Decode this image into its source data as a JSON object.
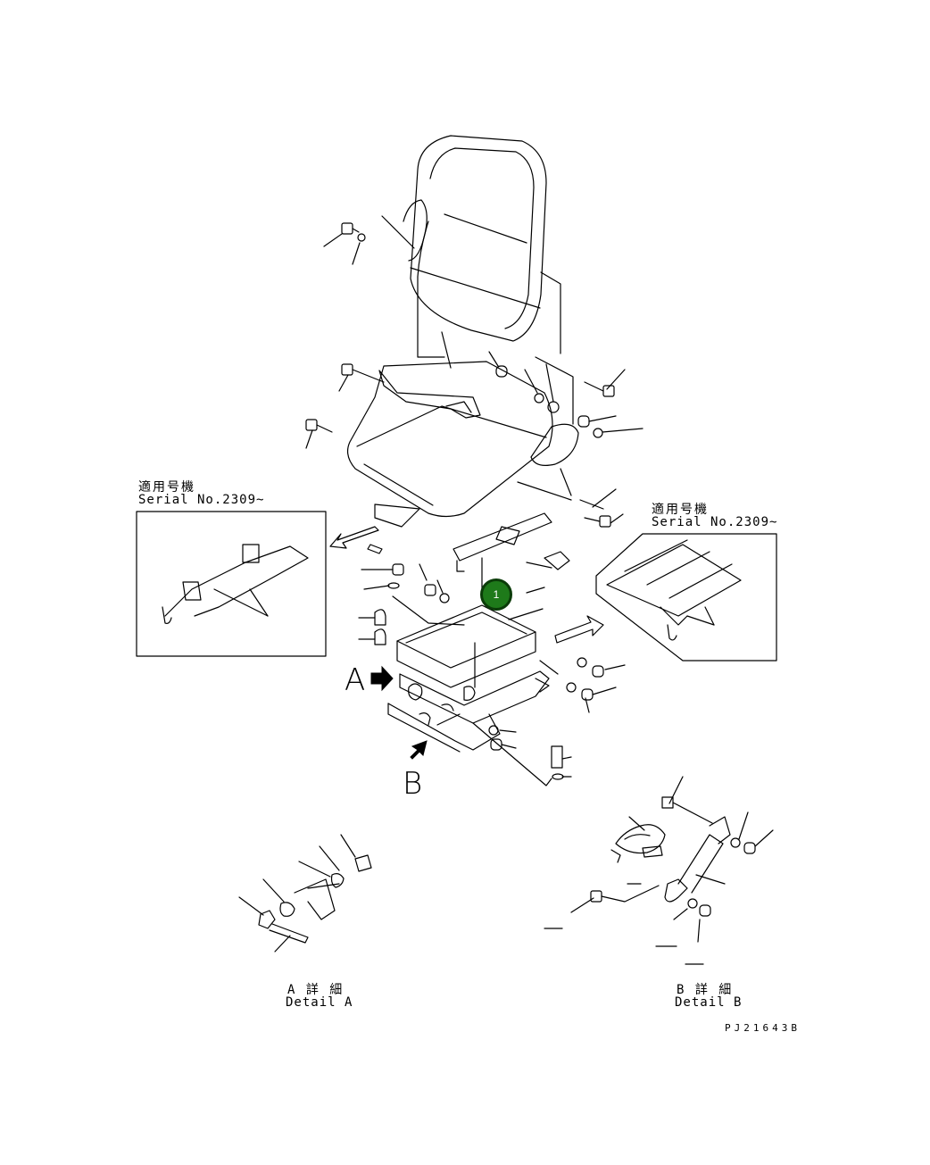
{
  "labels": {
    "serial_left_jp": "適用号機",
    "serial_left_en": "Serial No.2309~",
    "serial_right_jp": "適用号機",
    "serial_right_en": "Serial No.2309~",
    "view_a": "A",
    "view_b": "B",
    "detail_a_jp": "A 詳 細",
    "detail_a_en": "Detail A",
    "detail_b_jp": "B 詳 細",
    "detail_b_en": "Detail B",
    "drawing_code": "PJ21643B"
  },
  "callouts": [
    {
      "label": "1"
    }
  ],
  "colors": {
    "line": "#000000",
    "callout_fill": "#1e7a1a",
    "callout_border": "#0b3c09"
  }
}
